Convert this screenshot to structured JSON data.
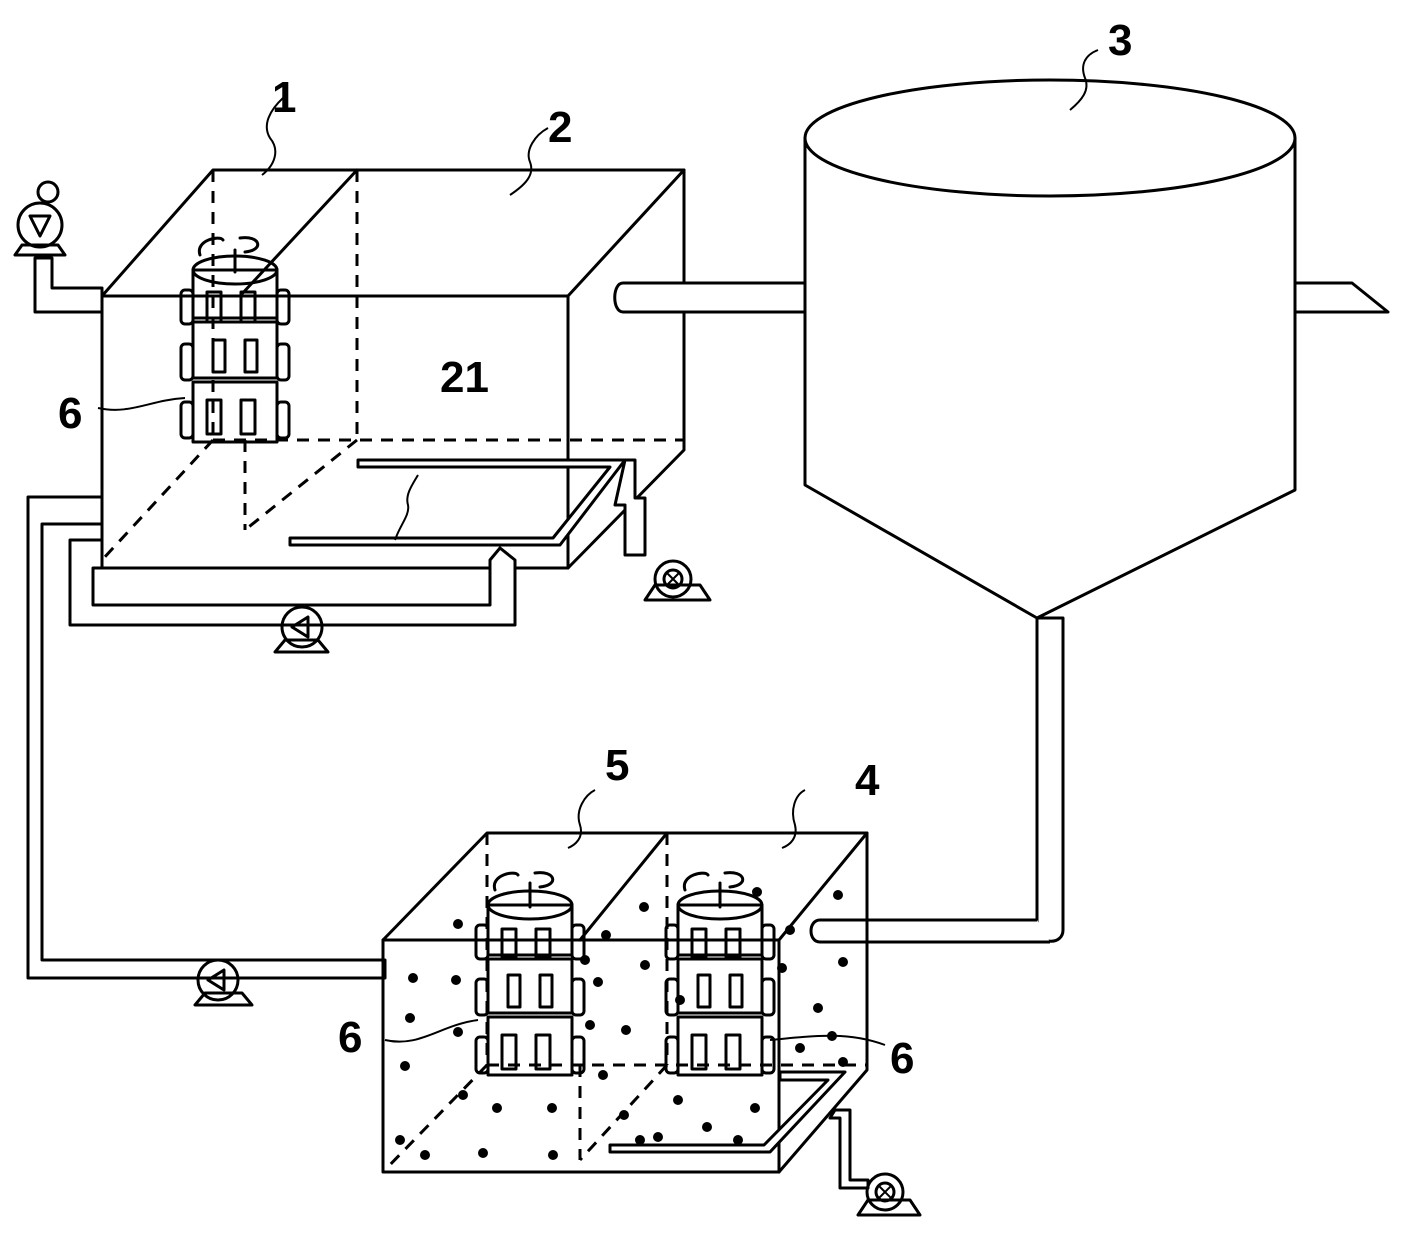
{
  "figure": {
    "type": "process-schematic",
    "components": [
      {
        "id": "label-1",
        "text": "1",
        "name": "first reactor compartment"
      },
      {
        "id": "label-2",
        "text": "2",
        "name": "aeration tank"
      },
      {
        "id": "label-21",
        "text": "21",
        "name": "aeration pipe"
      },
      {
        "id": "label-3",
        "text": "3",
        "name": "settling tank"
      },
      {
        "id": "label-4",
        "text": "4",
        "name": "second reactor compartment"
      },
      {
        "id": "label-5",
        "text": "5",
        "name": "third reactor compartment"
      },
      {
        "id": "label-6a",
        "text": "6",
        "name": "rotating cage agitator (upper)"
      },
      {
        "id": "label-6b",
        "text": "6",
        "name": "rotating cage agitator (lower left)"
      },
      {
        "id": "label-6c",
        "text": "6",
        "name": "rotating cage agitator (lower right)"
      }
    ],
    "icons": [
      "feed-pump-icon",
      "return-pump-icon",
      "transfer-pump-icon",
      "blower-icon",
      "agitator-icon",
      "rotation-arrow-icon"
    ]
  }
}
